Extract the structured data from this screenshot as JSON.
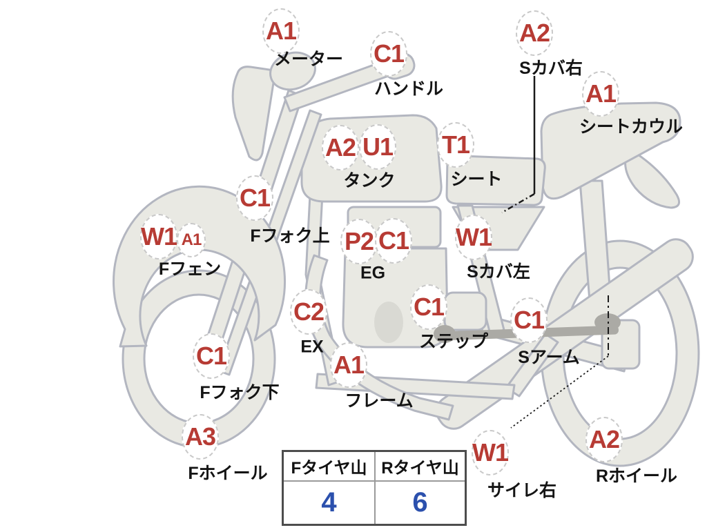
{
  "diagram_title": "motorcycle-condition-map",
  "colors": {
    "code_red": "#b73b34",
    "value_blue": "#2b50ad",
    "bike_fill": "#e9e9e3",
    "bike_stroke": "#b3b6c0",
    "bubble_border": "#c9c9c9"
  },
  "markers": [
    {
      "code": "A1",
      "label": "メーター"
    },
    {
      "code": "C1",
      "label": "ハンドル"
    },
    {
      "code": "A2",
      "label": "Sカバ右"
    },
    {
      "code": "A1",
      "label": "シートカウル"
    },
    {
      "code": "A2",
      "code2": "U1",
      "label": "タンク"
    },
    {
      "code": "T1",
      "label": "シート"
    },
    {
      "code": "C1",
      "label": "Fフォク上"
    },
    {
      "code": "W1",
      "code2": "A1",
      "label": "Fフェン"
    },
    {
      "code": "P2",
      "code2": "C1",
      "label": "EG"
    },
    {
      "code": "W1",
      "label": "Sカバ左"
    },
    {
      "code": "C2",
      "label": "EX"
    },
    {
      "code": "C1",
      "label": "ステップ"
    },
    {
      "code": "A1",
      "label": "フレーム"
    },
    {
      "code": "C1",
      "label": "Sアーム"
    },
    {
      "code": "C1",
      "label": "Fフォク下"
    },
    {
      "code": "A3",
      "label": "Fホイール"
    },
    {
      "code": "W1",
      "label": "サイレ右"
    },
    {
      "code": "A2",
      "label": "Rホイール"
    }
  ],
  "tire_table": {
    "headers": [
      "Fタイヤ山",
      "Rタイヤ山"
    ],
    "values": [
      "4",
      "6"
    ]
  }
}
